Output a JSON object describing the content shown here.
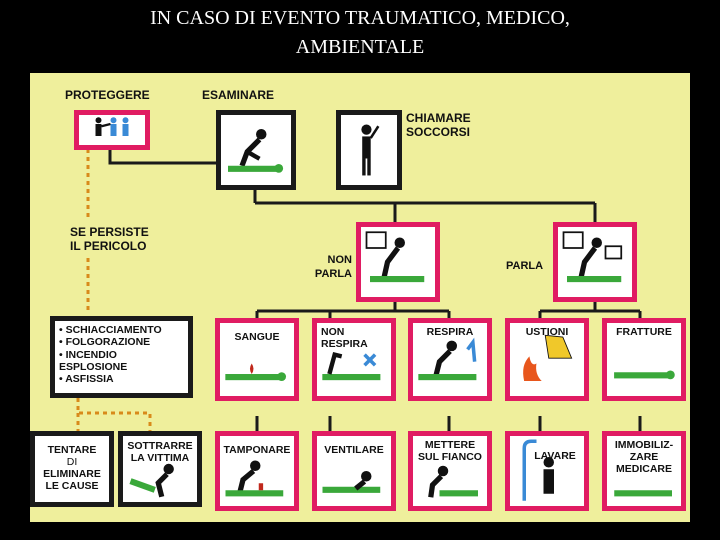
{
  "title": {
    "line1": "IN CASO DI EVENTO TRAUMATICO, MEDICO,",
    "line2": "AMBIENTALE"
  },
  "labels": {
    "proteggere": "PROTEGGERE",
    "esaminare": "ESAMINARE",
    "chiamare": [
      "CHIAMARE",
      "SOCCORSI"
    ],
    "se_persiste": [
      "SE PERSISTE",
      "IL PERICOLO"
    ],
    "non_parla": [
      "NON",
      "PARLA"
    ],
    "parla": "PARLA"
  },
  "hazards": [
    "• SCHIACCIAMENTO",
    "• FOLGORAZIONE",
    "• INCENDIO",
    "  ESPLOSIONE",
    "• ASFISSIA"
  ],
  "conditions": {
    "sangue": "SANGUE",
    "non_respira": [
      "NON",
      "RESPIRA"
    ],
    "respira": "RESPIRA",
    "ustioni": "USTIONI",
    "fratture": "FRATTURE"
  },
  "actions": {
    "tentare": [
      "TENTARE",
      "DI",
      "ELIMINARE",
      "LE CAUSE"
    ],
    "sottrarre": [
      "SOTTRARRE",
      "LA VITTIMA"
    ],
    "tamponare": "TAMPONARE",
    "ventilare": "VENTILARE",
    "mettere": [
      "METTERE",
      "SUL FIANCO"
    ],
    "lavare": "LAVARE",
    "immobilizzare": [
      "IMMOBILIZ-",
      "ZARE",
      "MEDICARE"
    ]
  },
  "colors": {
    "board": "#efef9c",
    "frame": "#e01c62",
    "connector": "#1a1a1a",
    "dotted": "#d88a1a",
    "victim": "#3aa83a"
  }
}
